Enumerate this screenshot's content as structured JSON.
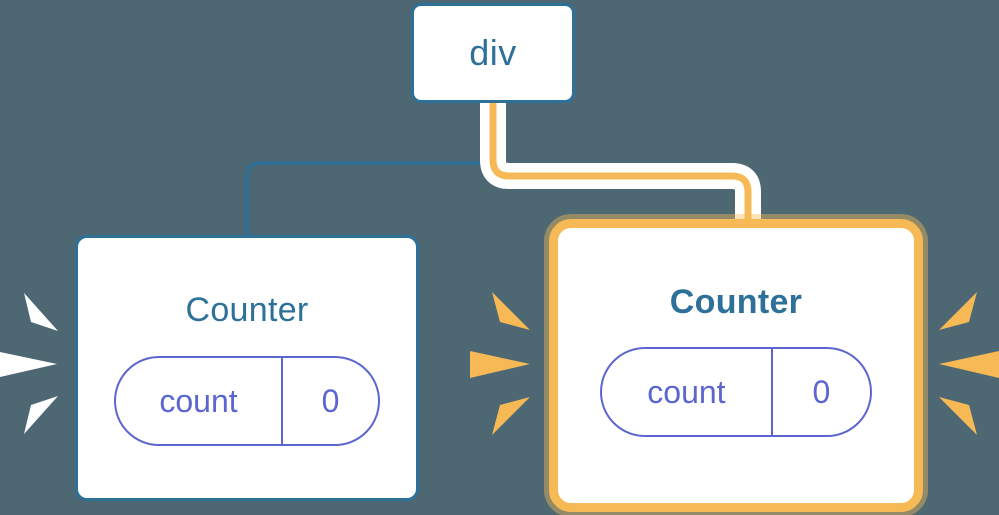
{
  "background_color": "#4d6873",
  "colors": {
    "blue": "#2d7099",
    "orange": "#f7b955",
    "orange_glow": "#fbdcae",
    "purple": "#5c66cf",
    "white": "#ffffff"
  },
  "diagram": {
    "title_text": "",
    "root": {
      "label": "div",
      "border_color": "#2d7099"
    },
    "children": [
      {
        "id": "counter-left",
        "label": "Counter",
        "highlighted": false,
        "border_color": "#2d7099",
        "title_weight": "normal",
        "state": {
          "key": "count",
          "value": "0"
        },
        "rays": {
          "sides": [
            "left"
          ],
          "color": "#ffffff",
          "count": 3
        },
        "edge": {
          "color": "#2d7099",
          "style": "thin"
        }
      },
      {
        "id": "counter-right",
        "label": "Counter",
        "highlighted": true,
        "border_color": "#f7b955",
        "title_weight": "bold",
        "state": {
          "key": "count",
          "value": "0"
        },
        "rays": {
          "sides": [
            "left",
            "right"
          ],
          "color": "#f7b955",
          "count": 6
        },
        "edge": {
          "color": "#f7b955",
          "style": "thick-with-white-casing"
        }
      }
    ]
  }
}
